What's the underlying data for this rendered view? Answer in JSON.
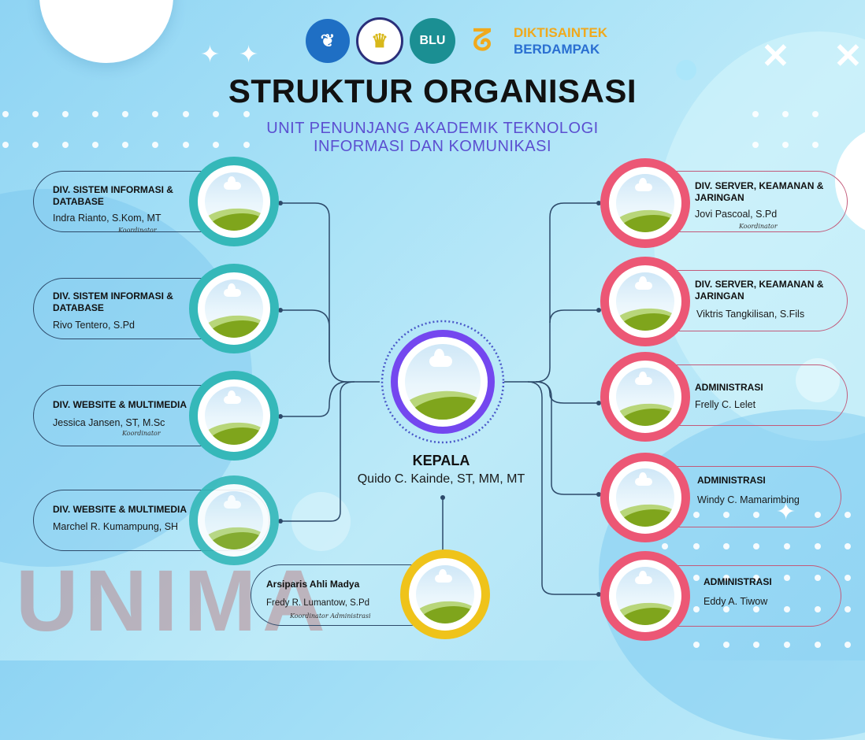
{
  "header": {
    "logos": [
      {
        "name": "tut-wuri-handayani-logo",
        "label": "TUT WURI HANDAYANI",
        "color": "#1f6fc4"
      },
      {
        "name": "universitas-negeri-manado-logo",
        "label": "UNIMA TONDANO 1955",
        "color": "#2a2f7a"
      },
      {
        "name": "blu-speed-logo",
        "label": "BLU",
        "color": "#1b8f93"
      },
      {
        "name": "diktisaintek-logo",
        "label": "",
        "color": "#f0a91c"
      }
    ],
    "brand_line1": "DIKTISAINTEK",
    "brand_line2": "BERDAMPAK",
    "title": "STRUKTUR ORGANISASI",
    "subtitle_line1": "UNIT PENUNJANG AKADEMIK TEKNOLOGI",
    "subtitle_line2": "INFORMASI DAN KOMUNIKASI"
  },
  "colors": {
    "teal": "#35b8b9",
    "pink": "#ec5775",
    "yellow": "#efc31a",
    "purple": "#7447ef",
    "subtitle": "#5b4fd0",
    "line": "#2d4a6a"
  },
  "head": {
    "role": "KEPALA",
    "name": "Quido C. Kainde, ST, MM, MT"
  },
  "left_units": [
    {
      "title_line1": "DIV. SISTEM INFORMASI &",
      "title_line2": "DATABASE",
      "name": "Indra Rianto, S.Kom, MT",
      "note": "Koordinator"
    },
    {
      "title_line1": "DIV. SISTEM INFORMASI &",
      "title_line2": "DATABASE",
      "name": "Rivo Tentero, S.Pd",
      "note": ""
    },
    {
      "title_line1": "DIV. WEBSITE & MULTIMEDIA",
      "title_line2": "",
      "name": "Jessica Jansen, ST, M.Sc",
      "note": "Koordinator"
    },
    {
      "title_line1": "DIV. WEBSITE & MULTIMEDIA",
      "title_line2": "",
      "name": "Marchel R. Kumampung, SH",
      "note": ""
    }
  ],
  "right_units": [
    {
      "title_line1": "DIV. SERVER, KEAMANAN &",
      "title_line2": "JARINGAN",
      "name": "Jovi Pascoal, S.Pd",
      "note": "Koordinator"
    },
    {
      "title_line1": "DIV. SERVER, KEAMANAN &",
      "title_line2": "JARINGAN",
      "name": "Viktris Tangkilisan, S.Fils",
      "note": ""
    },
    {
      "title_line1": "ADMINISTRASI",
      "title_line2": "",
      "name": "Frelly C. Lelet",
      "note": ""
    },
    {
      "title_line1": "ADMINISTRASI",
      "title_line2": "",
      "name": "Windy C. Mamarimbing",
      "note": ""
    },
    {
      "title_line1": "ADMINISTRASI",
      "title_line2": "",
      "name": "Eddy A. Tiwow",
      "note": ""
    }
  ],
  "archivist": {
    "title": "Arsiparis Ahli Madya",
    "name": "Fredy R. Lumantow, S.Pd",
    "note": "Koordinator Administrasi"
  },
  "watermark": "UNIMA"
}
